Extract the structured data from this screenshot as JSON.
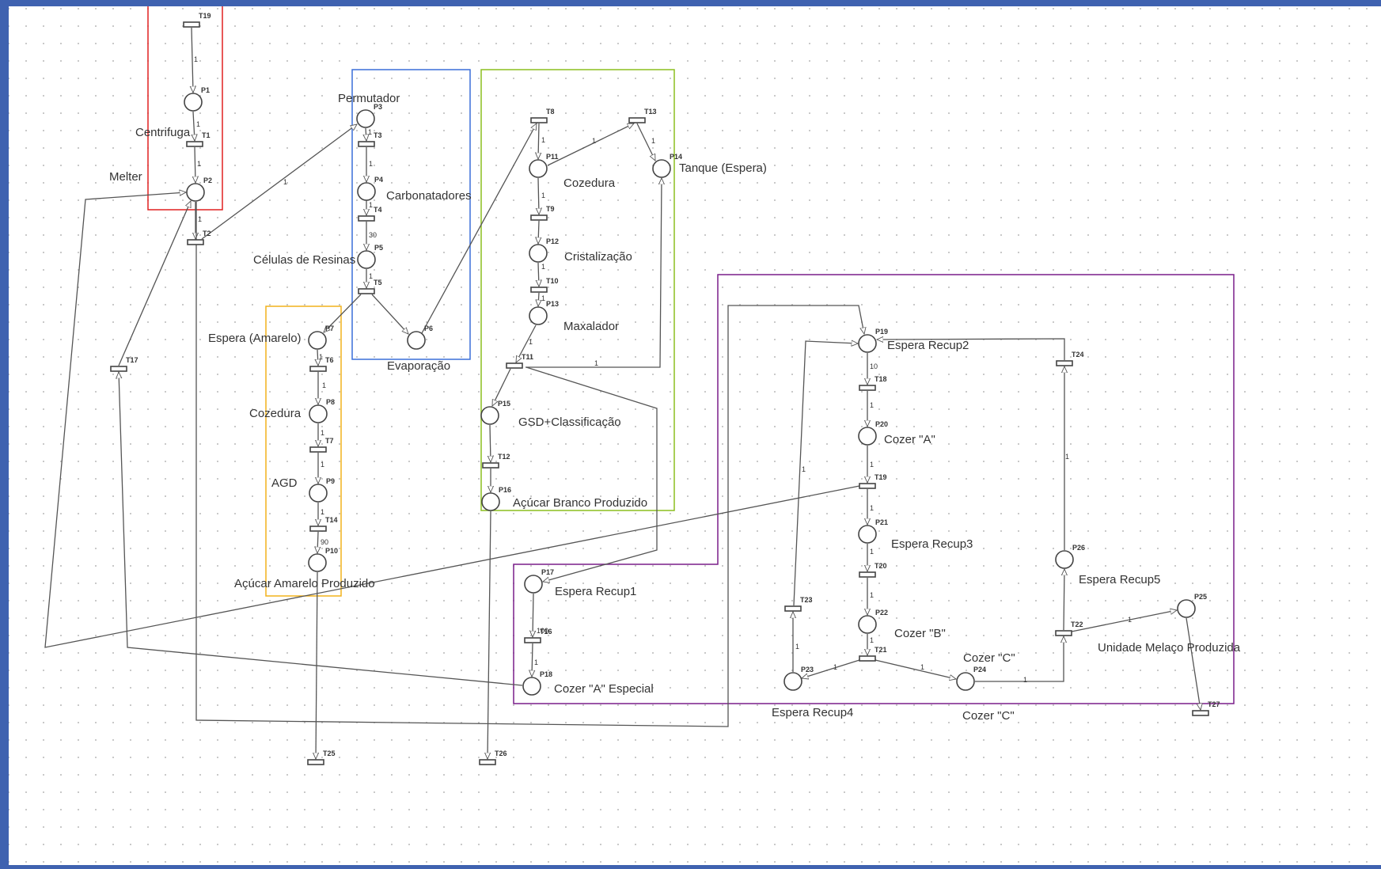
{
  "colors": {
    "background": "#3f62b0",
    "canvas": "#ffffff",
    "group_red": "#e02020",
    "group_blue": "#3a6fd8",
    "group_green": "#8cbf1f",
    "group_orange": "#f2b21b",
    "group_purple": "#7a1f8a"
  },
  "places": [
    {
      "id": "P1"
    },
    {
      "id": "P2"
    },
    {
      "id": "P3"
    },
    {
      "id": "P4"
    },
    {
      "id": "P5"
    },
    {
      "id": "P6"
    },
    {
      "id": "P7"
    },
    {
      "id": "P8"
    },
    {
      "id": "P9"
    },
    {
      "id": "P10"
    },
    {
      "id": "P11"
    },
    {
      "id": "P12"
    },
    {
      "id": "P13"
    },
    {
      "id": "P14"
    },
    {
      "id": "P15"
    },
    {
      "id": "P16"
    },
    {
      "id": "P17"
    },
    {
      "id": "P18"
    },
    {
      "id": "P19"
    },
    {
      "id": "P20"
    },
    {
      "id": "P21"
    },
    {
      "id": "P22"
    },
    {
      "id": "P23"
    },
    {
      "id": "P24"
    },
    {
      "id": "P25"
    },
    {
      "id": "P26"
    }
  ],
  "transitions": [
    {
      "id": "T19"
    },
    {
      "id": "T1"
    },
    {
      "id": "T2"
    },
    {
      "id": "T3"
    },
    {
      "id": "T4"
    },
    {
      "id": "T5"
    },
    {
      "id": "T6"
    },
    {
      "id": "T7"
    },
    {
      "id": "T14"
    },
    {
      "id": "T8"
    },
    {
      "id": "T13"
    },
    {
      "id": "T9"
    },
    {
      "id": "T10"
    },
    {
      "id": "T11"
    },
    {
      "id": "T12"
    },
    {
      "id": "T17"
    },
    {
      "id": "T16"
    },
    {
      "id": "T18"
    },
    {
      "id": "T20"
    },
    {
      "id": "T21"
    },
    {
      "id": "T22"
    },
    {
      "id": "T23"
    },
    {
      "id": "T24"
    },
    {
      "id": "T25"
    },
    {
      "id": "T26"
    },
    {
      "id": "T27"
    }
  ],
  "labels": [
    {
      "text": "Centrifuga"
    },
    {
      "text": "Melter"
    },
    {
      "text": "Permutador"
    },
    {
      "text": "Carbonatadores"
    },
    {
      "text": "Células de Resinas"
    },
    {
      "text": "Evaporação"
    },
    {
      "text": "Espera (Amarelo)"
    },
    {
      "text": "Cozedura"
    },
    {
      "text": "AGD"
    },
    {
      "text": "Açúcar Amarelo Produzido"
    },
    {
      "text": "Cozedura"
    },
    {
      "text": "Tanque (Espera)"
    },
    {
      "text": "Cristalização"
    },
    {
      "text": "Maxalador"
    },
    {
      "text": "GSD+Classificação"
    },
    {
      "text": "Açúcar Branco Produzido"
    },
    {
      "text": "Espera Recup1"
    },
    {
      "text": "Cozer \"A\" Especial"
    },
    {
      "text": "Espera Recup2"
    },
    {
      "text": "Cozer \"A\""
    },
    {
      "text": "Espera Recup3"
    },
    {
      "text": "Cozer \"B\""
    },
    {
      "text": "Cozer \"C\""
    },
    {
      "text": "Cozer \"C\""
    },
    {
      "text": "Espera Recup4"
    },
    {
      "text": "Espera Recup5"
    },
    {
      "text": "Unidade Melaço Produzida"
    }
  ],
  "weights": [
    "1",
    "1",
    "1",
    "1",
    "1",
    "1",
    "1",
    "1",
    "30",
    "1",
    "1",
    "1",
    "1",
    "1",
    "1",
    "90",
    "1",
    "1",
    "1",
    "1",
    "1",
    "1",
    "1",
    "1",
    "100",
    "1",
    "10",
    "1",
    "1",
    "1",
    "1",
    "1",
    "1",
    "1",
    "1",
    "1",
    "1",
    "1",
    "1",
    "1"
  ]
}
